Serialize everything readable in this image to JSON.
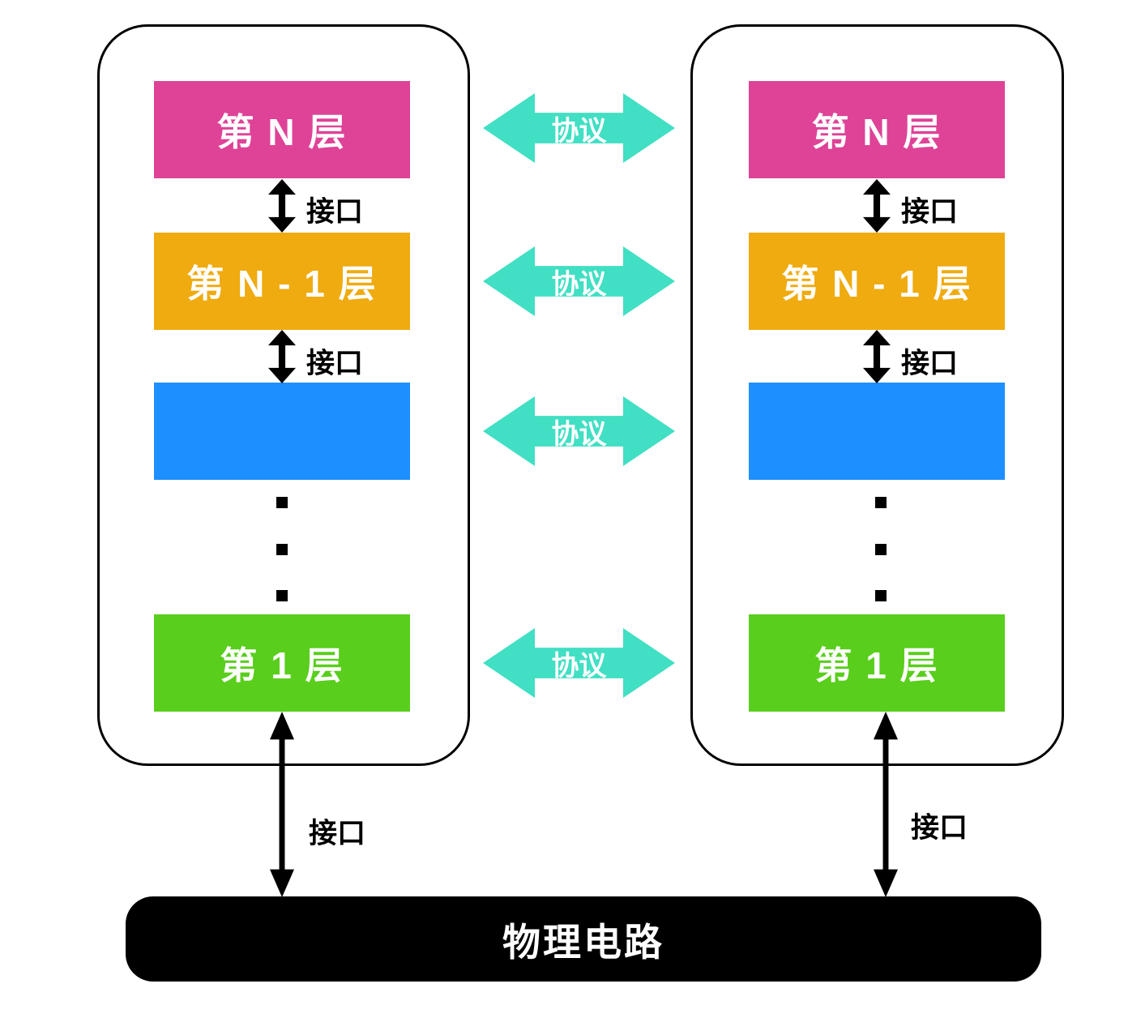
{
  "colors": {
    "layer_n": "#de4397",
    "layer_n_minus_1": "#efab0f",
    "layer_middle": "#1e8fff",
    "layer_1": "#59ce1c",
    "protocol_arrow": "#41dfc3",
    "interface_arrow": "#000000",
    "physical_circuit": "#000000",
    "background": "#ffffff"
  },
  "layers": [
    {
      "label": "第 N 层"
    },
    {
      "label": "第 N - 1 层"
    },
    {
      "label": ""
    },
    {
      "label": "第 1 层"
    }
  ],
  "labels": {
    "interface": "接口",
    "protocol": "协议"
  },
  "physical_circuit": {
    "label": "物理电路"
  },
  "icons": {
    "protocol_arrow": "horizontal-double-arrow",
    "interface_arrow": "vertical-double-arrow",
    "omitted_layers": "vertical-ellipsis-dots"
  }
}
